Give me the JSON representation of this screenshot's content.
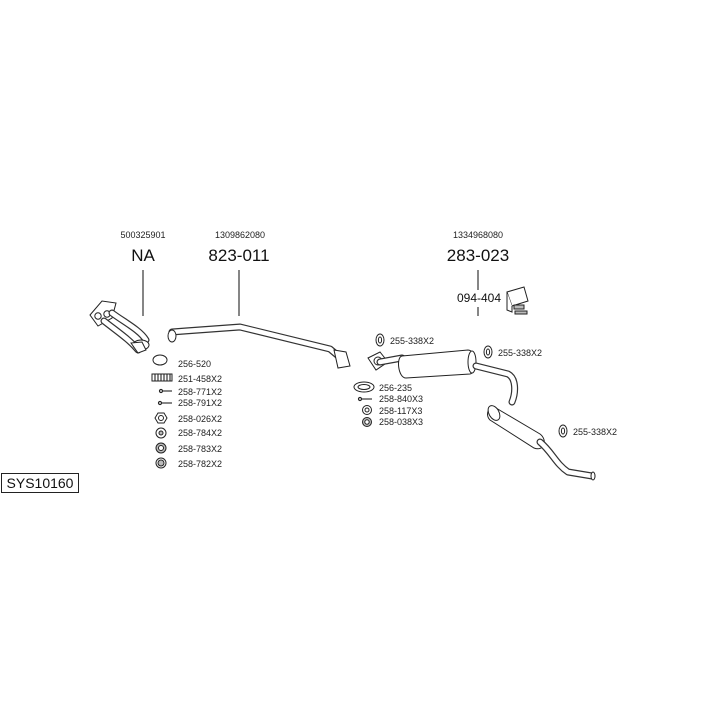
{
  "system_code": "SYS10160",
  "parts": [
    {
      "oe_number": "500325901",
      "part_number": "NA"
    },
    {
      "oe_number": "1309862080",
      "part_number": "823-011"
    },
    {
      "oe_number": "1334968080",
      "part_number": "283-023"
    }
  ],
  "bracket_part": "094-404",
  "hardware": {
    "left_group": [
      "256-520",
      "251-458X2",
      "258-771X2",
      "258-791X2",
      "258-026X2",
      "258-784X2",
      "258-783X2",
      "258-782X2"
    ],
    "middle_group": [
      "256-235",
      "258-840X3",
      "258-117X3",
      "258-038X3"
    ],
    "rubber_mounts": [
      "255-338X2",
      "255-338X2",
      "255-338X2"
    ]
  }
}
